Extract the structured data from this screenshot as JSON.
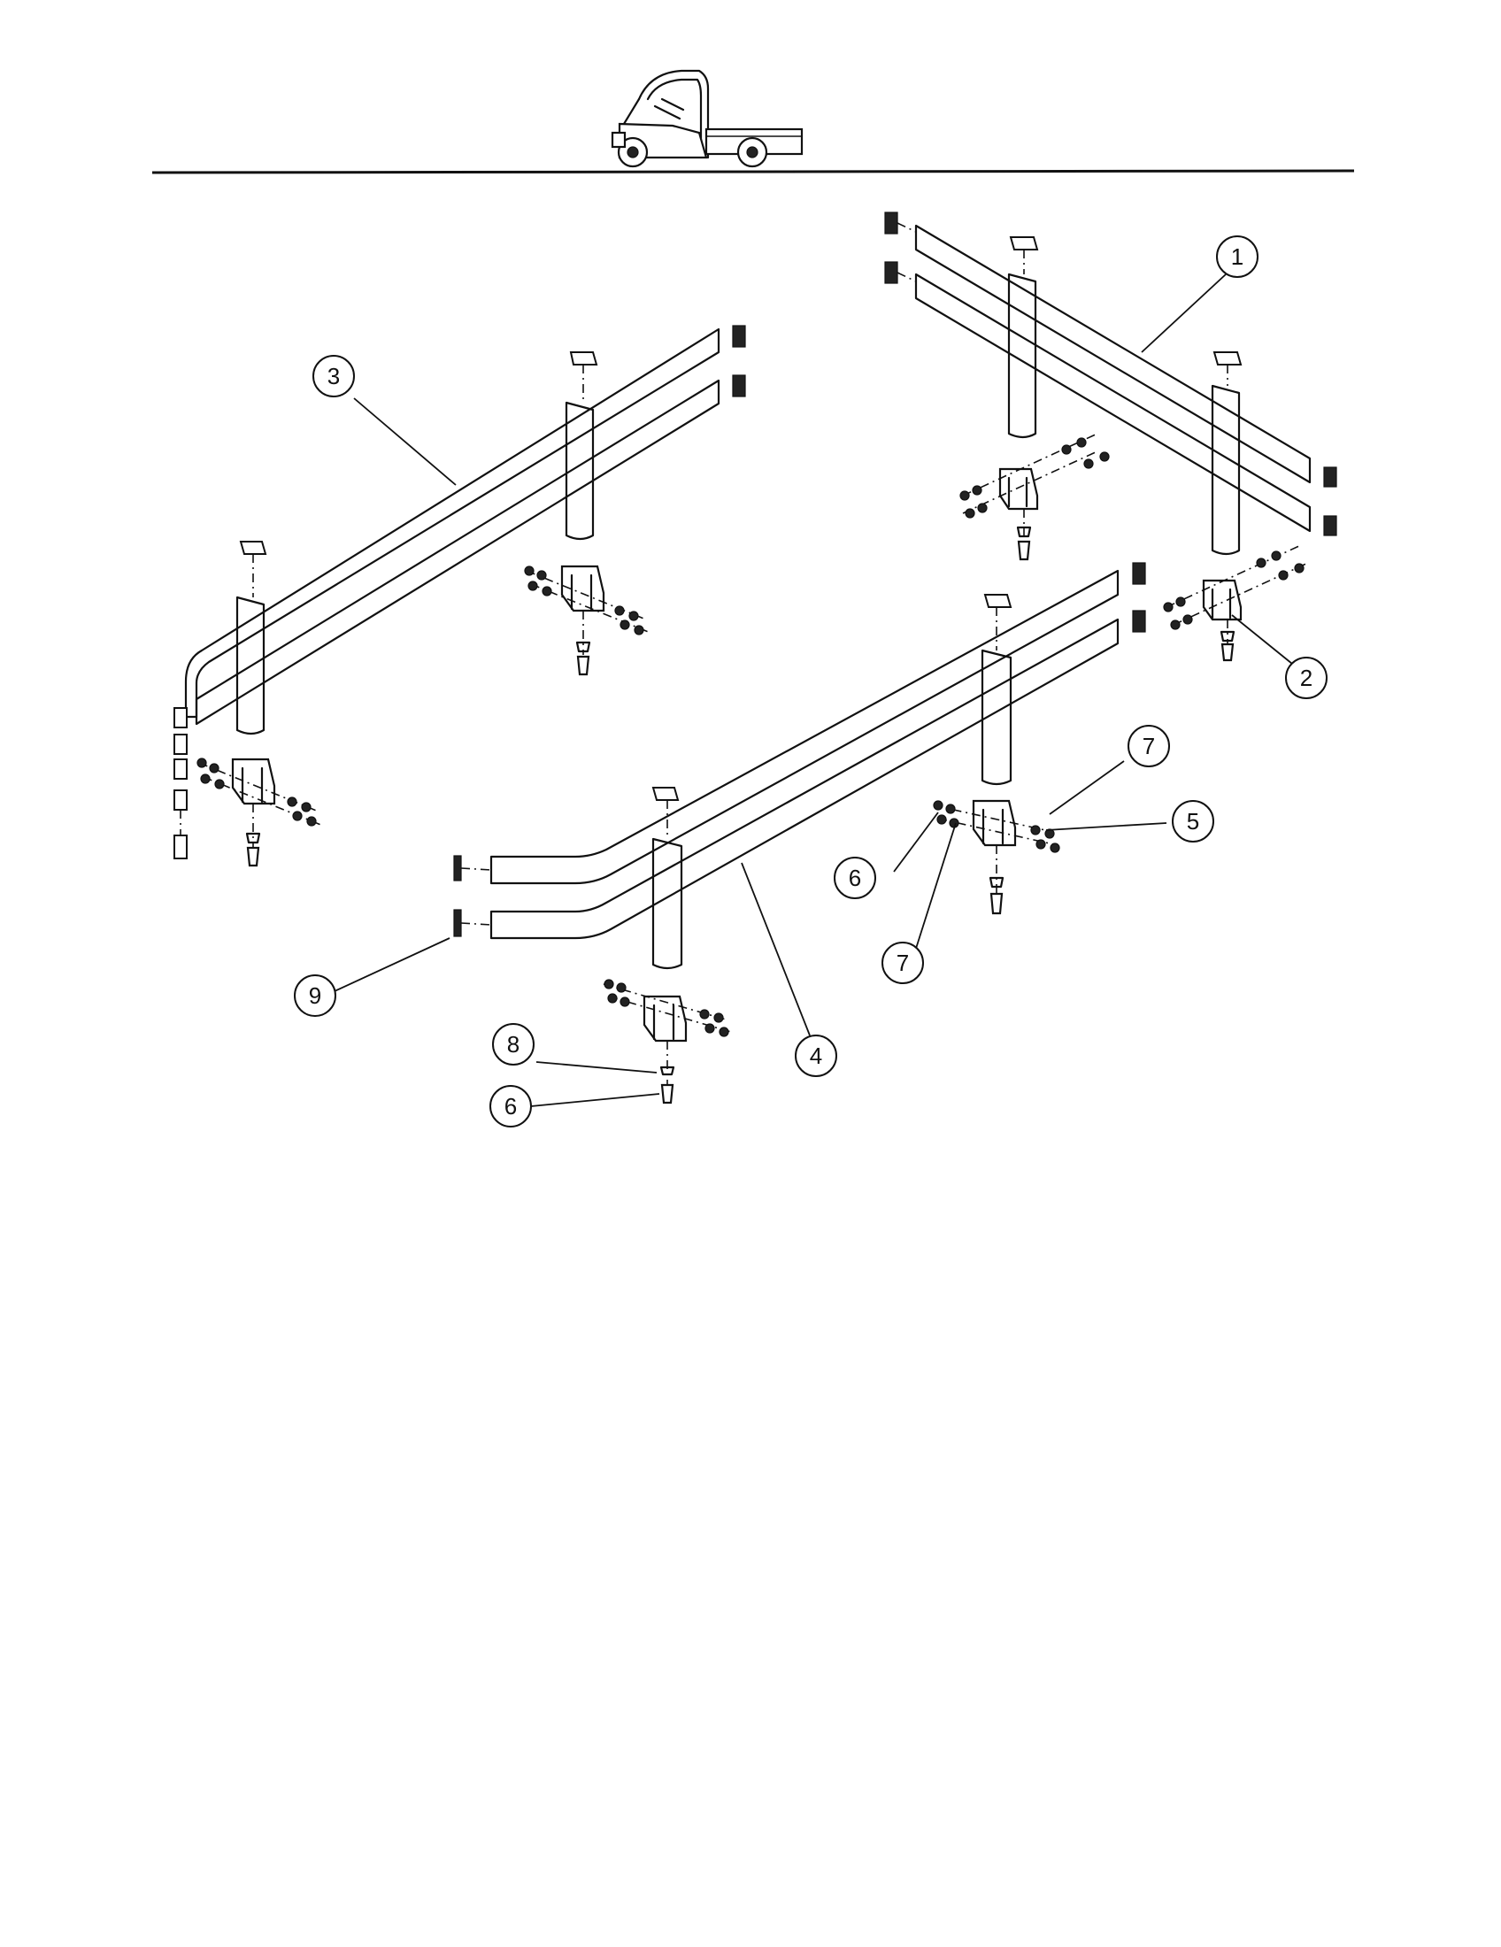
{
  "header": {
    "logo_icon": "utility-vehicle-icon"
  },
  "callouts": [
    {
      "id": "c1",
      "label": "1"
    },
    {
      "id": "c2",
      "label": "2"
    },
    {
      "id": "c3",
      "label": "3"
    },
    {
      "id": "c4",
      "label": "4"
    },
    {
      "id": "c5",
      "label": "5"
    },
    {
      "id": "c6a",
      "label": "6"
    },
    {
      "id": "c6b",
      "label": "6"
    },
    {
      "id": "c7a",
      "label": "7"
    },
    {
      "id": "c7b",
      "label": "7"
    },
    {
      "id": "c8",
      "label": "8"
    },
    {
      "id": "c9",
      "label": "9"
    }
  ]
}
